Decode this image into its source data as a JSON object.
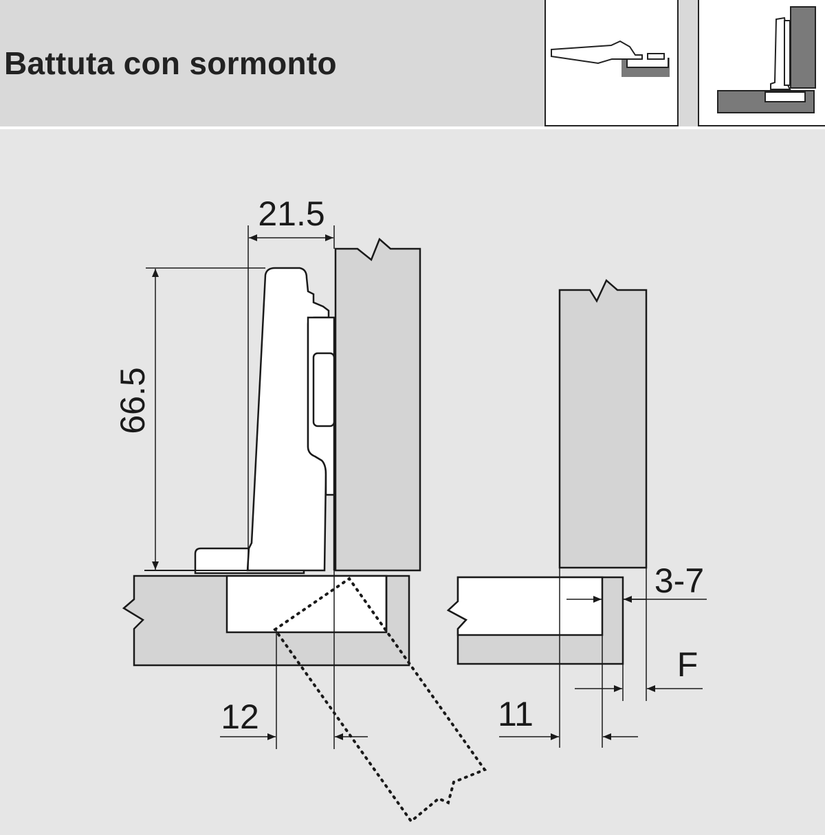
{
  "header": {
    "title": "Battuta con sormonto"
  },
  "dimensions": {
    "hinge_arm_width": "21.5",
    "hinge_height": "66.5",
    "cup_offset": "12",
    "door_edge_offset": "11",
    "overlay_range": "3-7",
    "overlay_label": "F"
  },
  "colors": {
    "background": "#e6e6e6",
    "header": "#d9d9d9",
    "panel_fill": "#d4d4d4",
    "thumb_dark": "#7a7a7a",
    "line": "#1a1a1a"
  }
}
